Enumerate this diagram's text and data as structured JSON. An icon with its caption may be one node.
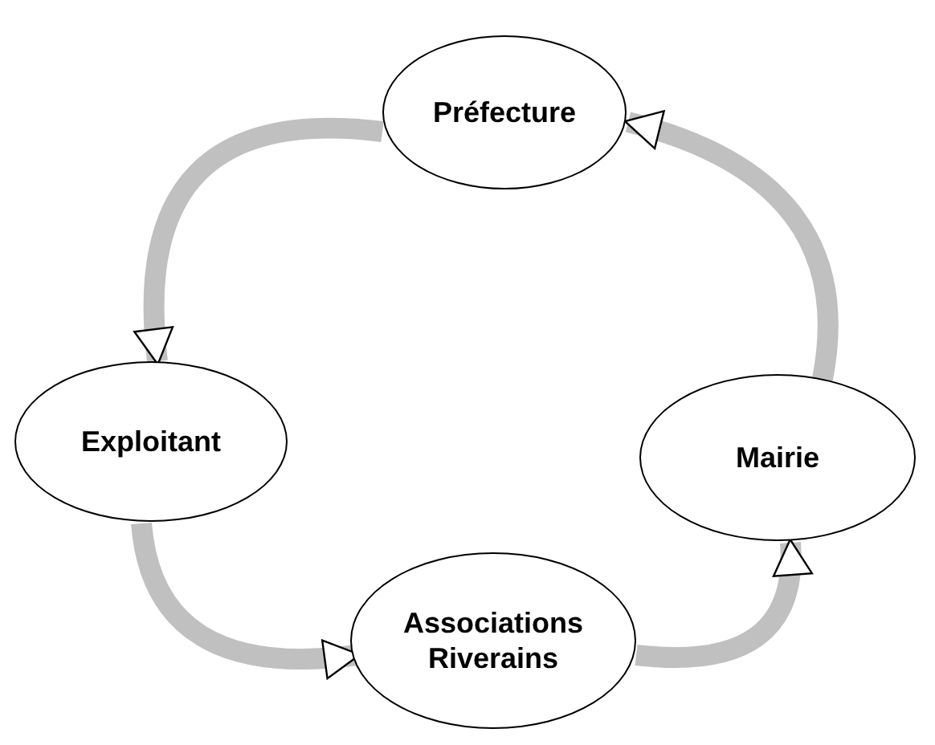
{
  "diagram": {
    "nodes": [
      {
        "text": [
          "Préfecture"
        ]
      },
      {
        "text": [
          "Exploitant"
        ]
      },
      {
        "text": [
          "Mairie"
        ]
      },
      {
        "text": [
          "Associations Riverains"
        ]
      }
    ],
    "edges": [
      {
        "from": 1,
        "to": 3,
        "arrow": "to"
      },
      {
        "from": 3,
        "to": 2,
        "arrow": "to"
      },
      {
        "from": 2,
        "to": 0,
        "arrow": "to"
      },
      {
        "from": 0,
        "to": 1,
        "arrow": "to"
      }
    ]
  }
}
